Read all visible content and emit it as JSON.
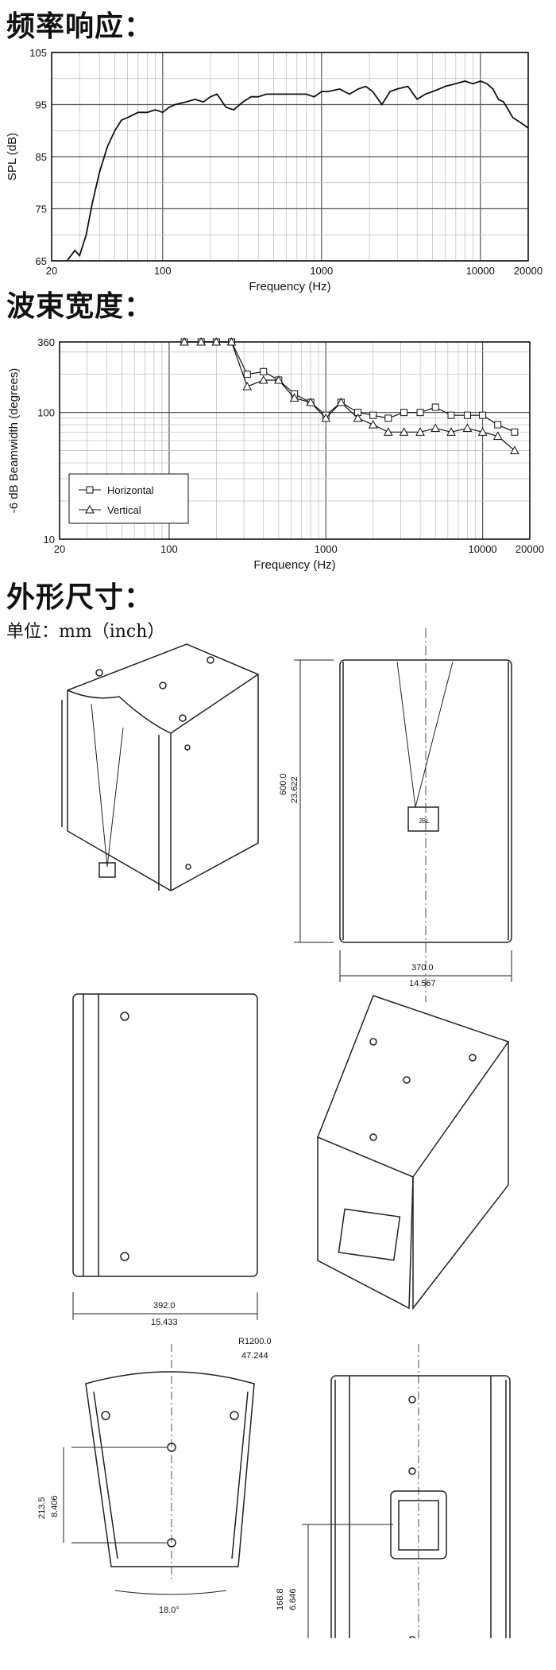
{
  "sections": {
    "freq_title": "频率响应：",
    "beam_title": "波束宽度：",
    "dims_title": "外形尺寸：",
    "unit_line": "单位：mm（inch）"
  },
  "chart_data": [
    {
      "type": "line",
      "x_scale": "log",
      "xlim": [
        20,
        20000
      ],
      "ylim": [
        65,
        105
      ],
      "xlabel": "Frequency (Hz)",
      "ylabel": "SPL (dB)",
      "x_ticks": [
        20,
        100,
        1000,
        10000,
        20000
      ],
      "x_tick_labels": [
        "20",
        "100",
        "1000",
        "10000",
        "20000"
      ],
      "y_ticks": [
        65,
        75,
        85,
        95,
        105
      ],
      "y_tick_labels": [
        "65",
        "75",
        "85",
        "95",
        "105"
      ],
      "grid": true,
      "series": [
        {
          "x": [
            25,
            28,
            30,
            33,
            36,
            40,
            45,
            50,
            55,
            60,
            65,
            70,
            80,
            90,
            100,
            110,
            120,
            140,
            160,
            180,
            200,
            220,
            250,
            280,
            320,
            360,
            400,
            450,
            500,
            600,
            700,
            800,
            900,
            1000,
            1100,
            1300,
            1500,
            1700,
            1900,
            2100,
            2400,
            2700,
            3000,
            3500,
            4000,
            4500,
            5000,
            5500,
            6000,
            7000,
            8000,
            9000,
            10000,
            11000,
            12000,
            13000,
            14000,
            15000,
            16000,
            18000,
            20000
          ],
          "y": [
            65,
            67,
            66,
            70,
            76,
            82,
            87,
            90,
            92,
            92.5,
            93,
            93.5,
            93.5,
            94,
            93.5,
            94.5,
            95,
            95.5,
            96,
            95.5,
            96.5,
            97,
            94.5,
            94,
            95.5,
            96.5,
            96.5,
            97,
            97,
            97,
            97,
            97,
            96.5,
            97.5,
            97.5,
            98,
            97,
            98,
            98.5,
            97.5,
            95,
            97.5,
            98,
            98.5,
            96,
            97,
            97.5,
            98,
            98.5,
            99,
            99.5,
            99,
            99.5,
            99,
            98,
            96,
            95.5,
            94,
            92.5,
            91.5,
            90.5
          ]
        }
      ]
    },
    {
      "type": "line",
      "x_scale": "log",
      "y_scale": "log",
      "xlim": [
        20,
        20000
      ],
      "ylim": [
        10,
        360
      ],
      "xlabel": "Frequency (Hz)",
      "ylabel": "-6 dB Beamwidth (degrees)",
      "x_ticks": [
        20,
        100,
        1000,
        10000,
        20000
      ],
      "x_tick_labels": [
        "20",
        "100",
        "1000",
        "10000",
        "20000"
      ],
      "y_ticks": [
        10,
        100,
        360
      ],
      "y_tick_labels": [
        "10",
        "100",
        "360"
      ],
      "grid": true,
      "legend_position": "bottom-left",
      "series": [
        {
          "name": "Horizontal",
          "marker": "square",
          "x": [
            125,
            160,
            200,
            250,
            315,
            400,
            500,
            630,
            800,
            1000,
            1250,
            1600,
            2000,
            2500,
            3150,
            4000,
            5000,
            6300,
            8000,
            10000,
            12500,
            16000
          ],
          "y": [
            360,
            360,
            360,
            360,
            200,
            210,
            180,
            140,
            120,
            95,
            120,
            100,
            95,
            90,
            100,
            100,
            110,
            95,
            95,
            95,
            80,
            70
          ]
        },
        {
          "name": "Vertical",
          "marker": "triangle",
          "x": [
            125,
            160,
            200,
            250,
            315,
            400,
            500,
            630,
            800,
            1000,
            1250,
            1600,
            2000,
            2500,
            3150,
            4000,
            5000,
            6300,
            8000,
            10000,
            12500,
            16000
          ],
          "y": [
            360,
            360,
            360,
            360,
            160,
            180,
            180,
            130,
            120,
            90,
            120,
            90,
            80,
            70,
            70,
            70,
            75,
            70,
            75,
            70,
            65,
            50
          ]
        }
      ]
    }
  ],
  "dimensions": {
    "front_height_mm": "600.0",
    "front_height_in": "23.622",
    "front_width_mm": "370.0",
    "front_width_in": "14.567",
    "side_depth_mm": "392.0",
    "side_depth_in": "15.433",
    "radius_mm": "R1200.0",
    "radius_in": "47.244",
    "top_offset_mm": "213.5",
    "top_offset_in": "8.406",
    "angle": "18.0°",
    "rear_offset_mm": "168.8",
    "rear_offset_in": "6.646",
    "logo_text": "JBL"
  }
}
